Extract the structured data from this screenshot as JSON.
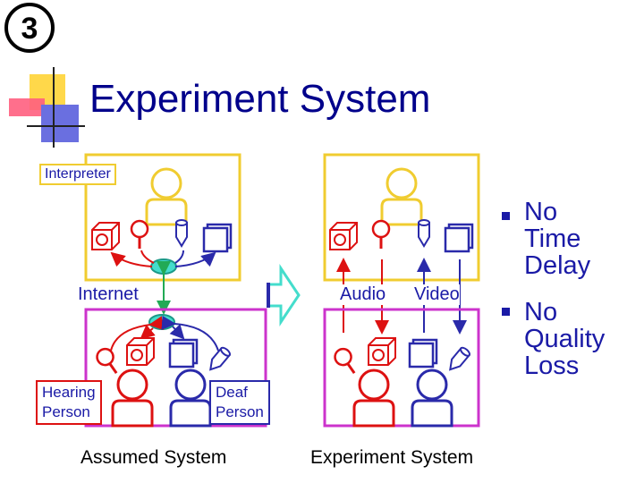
{
  "slide": {
    "number_badge": "③",
    "title": "Experiment System",
    "colors": {
      "title": "#00008b",
      "text_blue": "#1a1aa6",
      "interpreter_box": "#f0cc30",
      "user_box": "#cc33cc",
      "hearing_red": "#dd1111",
      "deaf_blue": "#2a2aaa",
      "network_node": "#44ddcc"
    }
  },
  "diagram": {
    "interpreter_label": "Interpreter",
    "internet_label": "Internet",
    "hearing_label": "Hearing\nPerson",
    "deaf_label": "Deaf\nPerson",
    "audio_label": "Audio",
    "video_label": "Video",
    "left_caption": "Assumed System",
    "right_caption": "Experiment System"
  },
  "bullets": [
    "No\nTime\nDelay",
    "No\nQuality\nLoss"
  ]
}
